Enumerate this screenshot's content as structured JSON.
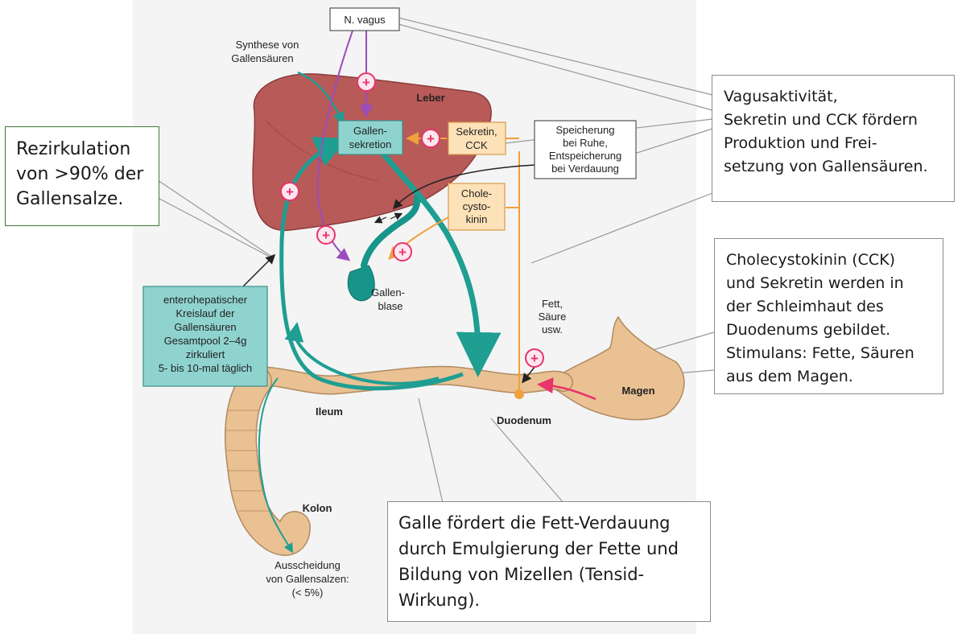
{
  "labels": {
    "n_vagus": "N. vagus",
    "synthese": [
      "Synthese von",
      "Gallensäuren"
    ],
    "leber": "Leber",
    "gallensekretion": [
      "Gallen-",
      "sekretion"
    ],
    "sekretin_cck": [
      "Sekretin,",
      "CCK"
    ],
    "speicherung": [
      "Speicherung",
      "bei Ruhe,",
      "Entspeicherung",
      "bei Verdauung"
    ],
    "cholecystokinin": [
      "Chole-",
      "cysto-",
      "kinin"
    ],
    "gallenblase": [
      "Gallen-",
      "blase"
    ],
    "fett_saeure": [
      "Fett,",
      "Säure",
      "usw."
    ],
    "enterohepatisch": [
      "enterohepatischer",
      "Kreislauf der",
      "Gallensäuren",
      "Gesamtpool 2–4g",
      "zirkuliert",
      "5- bis 10-mal täglich"
    ],
    "ileum": "Ileum",
    "duodenum": "Duodenum",
    "magen": "Magen",
    "kolon": "Kolon",
    "ausscheidung": [
      "Ausscheidung",
      "von Gallensalzen:",
      "(< 5%)"
    ],
    "plus": "+"
  },
  "callouts": {
    "rezirkulation": [
      "Rezirkulation",
      "von >90% der",
      "Gallensalze."
    ],
    "vagus": [
      "Vagusaktivität,",
      "Sekretin und CCK fördern",
      "Produktion und Frei-",
      "setzung von Gallensäuren."
    ],
    "cck": [
      "Cholecystokinin (CCK)",
      "und Sekretin werden in",
      "der Schleimhaut des",
      "Duodenums gebildet.",
      "Stimulans: Fette, Säuren",
      "aus dem Magen."
    ],
    "galle": [
      "Galle fördert die Fett-Verdauung",
      "durch Emulgierung der Fette und",
      "Bildung von Mizellen (Tensid-",
      "Wirkung)."
    ]
  },
  "colors": {
    "liver": "#b85a58",
    "teal": "#1f9e92",
    "intestine": "#e9c193",
    "box_teal": "#8fd3cf",
    "box_orange": "#fde1b8",
    "orange": "#f0a03c",
    "purple": "#9a4dbe",
    "plus_pink": "#e8336c"
  }
}
